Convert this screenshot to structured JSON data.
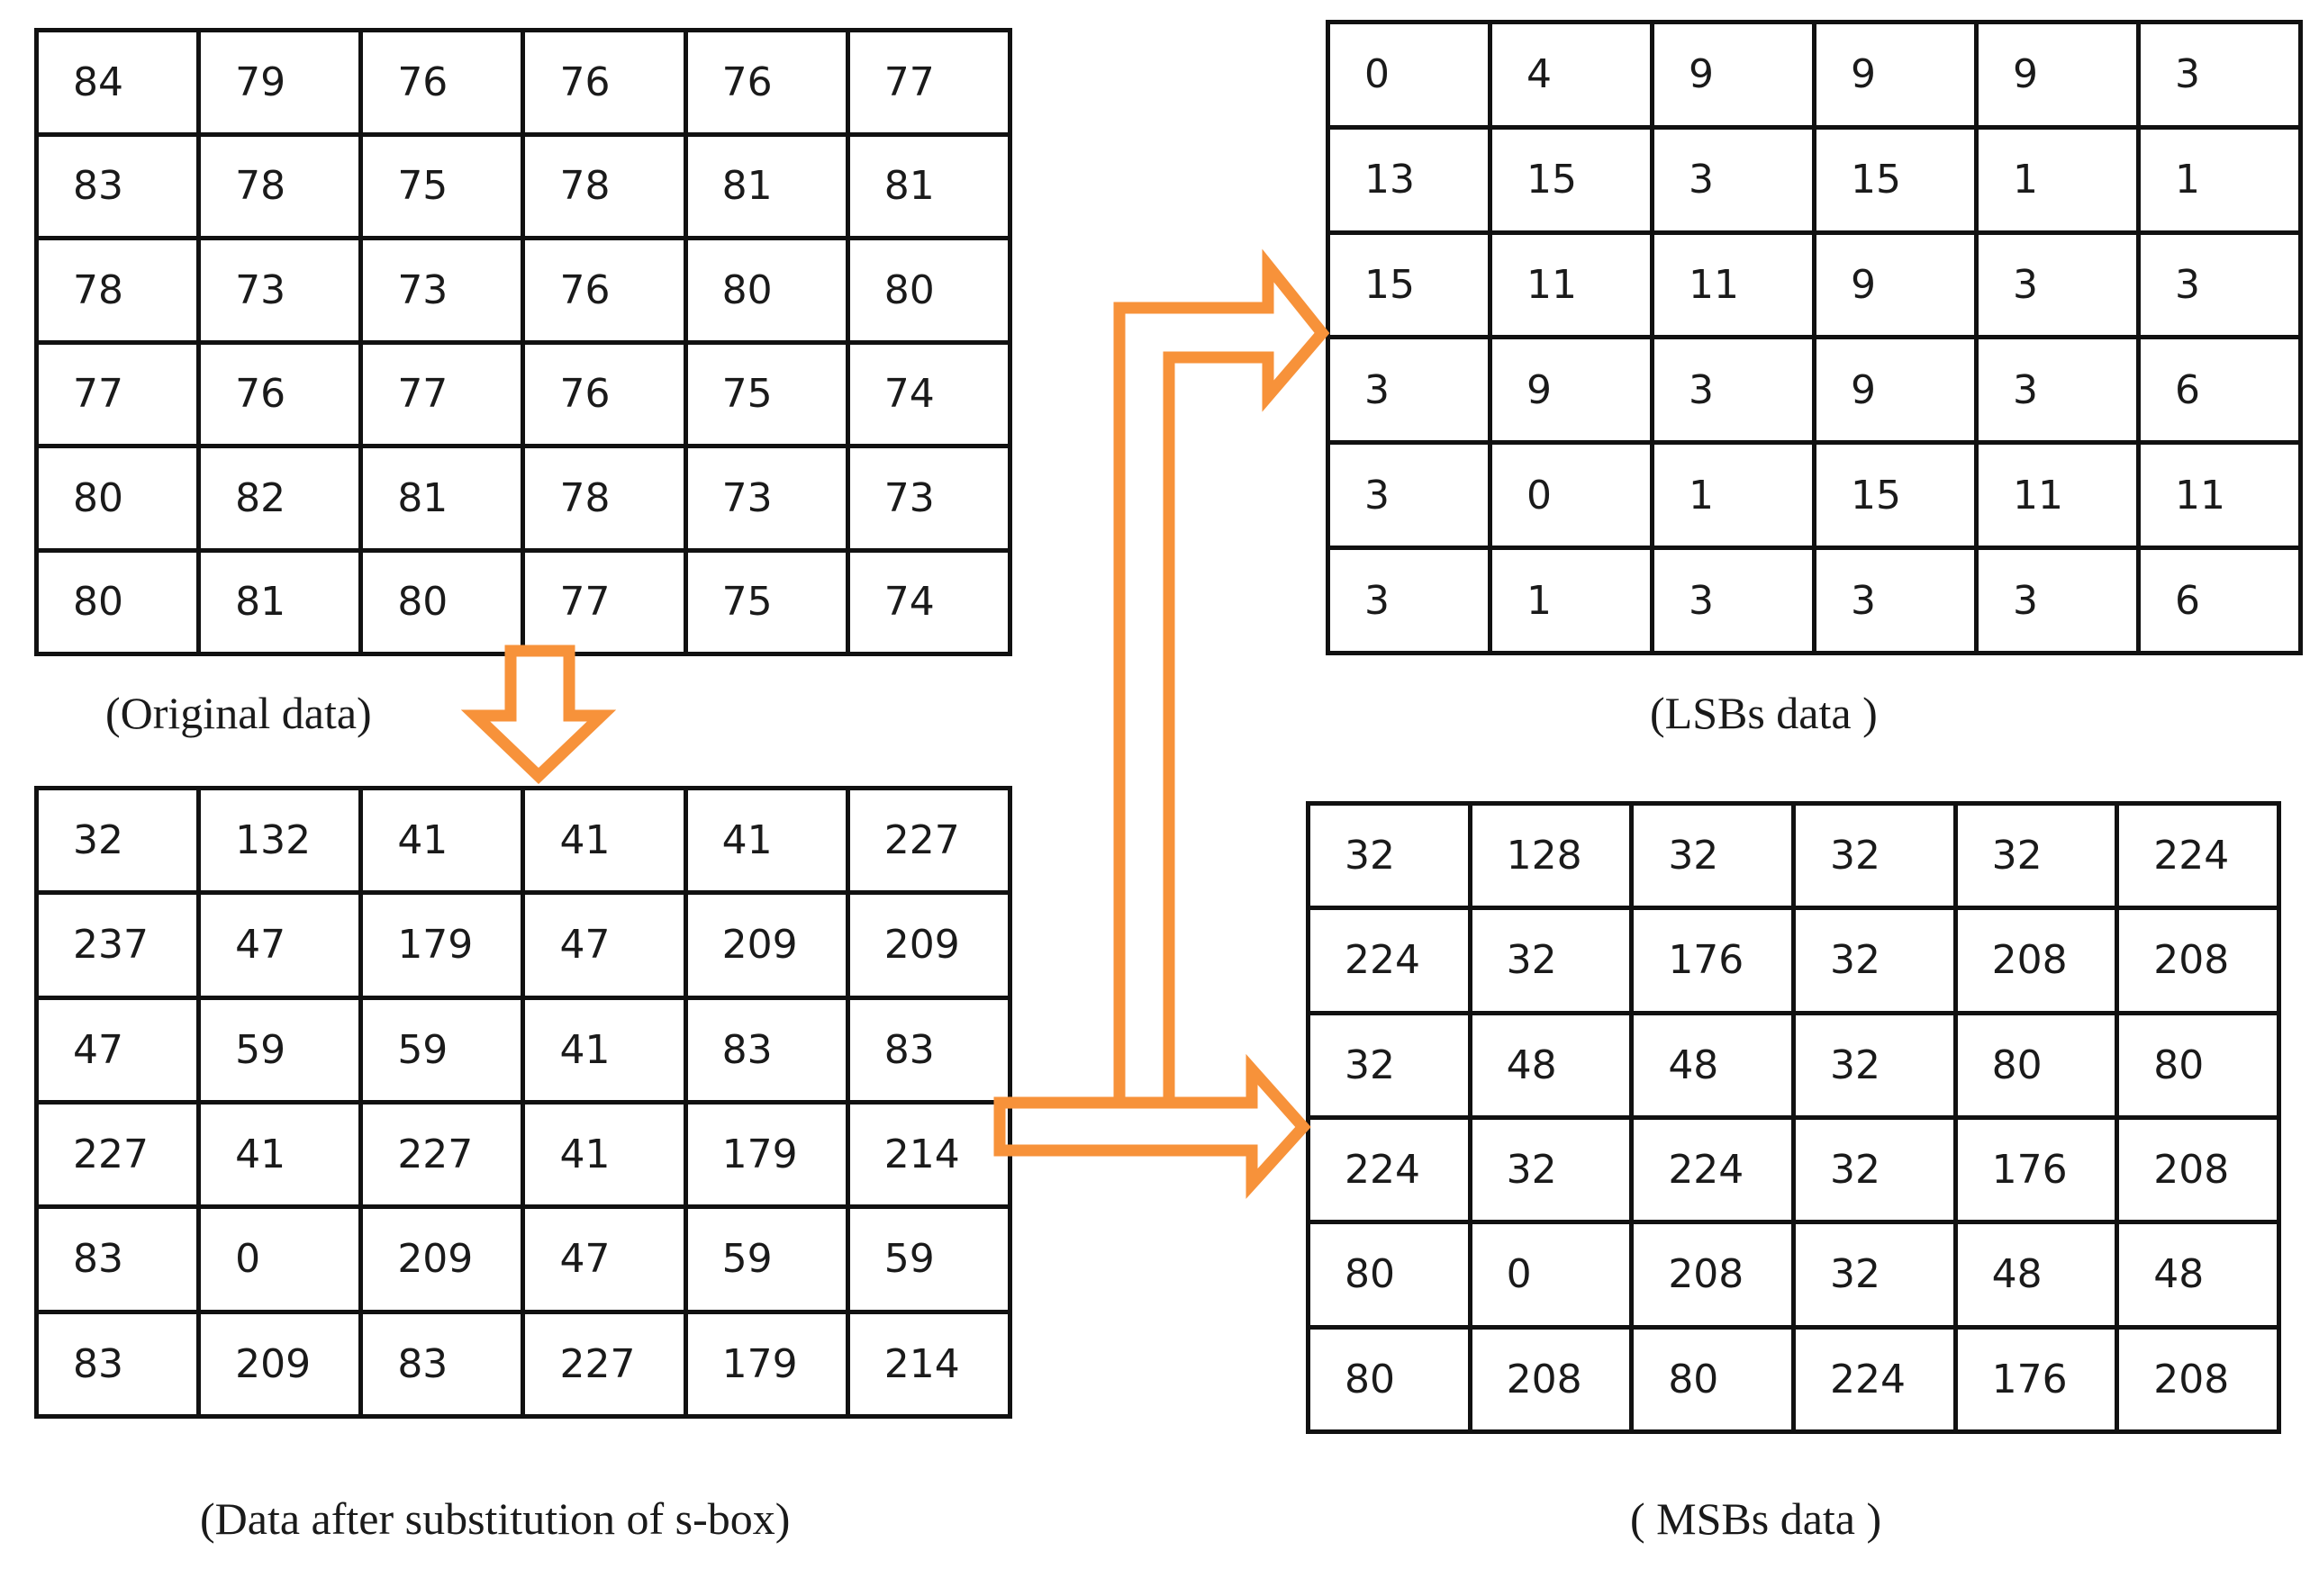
{
  "diagram": {
    "accent_color": "#F7923A",
    "panels": {
      "original": {
        "caption": "(Original data)",
        "rows": [
          [
            "84",
            "79",
            "76",
            "76",
            "76",
            "77"
          ],
          [
            "83",
            "78",
            "75",
            "78",
            "81",
            "81"
          ],
          [
            "78",
            "73",
            "73",
            "76",
            "80",
            "80"
          ],
          [
            "77",
            "76",
            "77",
            "76",
            "75",
            "74"
          ],
          [
            "80",
            "82",
            "81",
            "78",
            "73",
            "73"
          ],
          [
            "80",
            "81",
            "80",
            "77",
            "75",
            "74"
          ]
        ]
      },
      "sbox": {
        "caption": "(Data after substitution of s-box)",
        "rows": [
          [
            "32",
            "132",
            "41",
            "41",
            "41",
            "227"
          ],
          [
            "237",
            "47",
            "179",
            "47",
            "209",
            "209"
          ],
          [
            "47",
            "59",
            "59",
            "41",
            "83",
            "83"
          ],
          [
            "227",
            "41",
            "227",
            "41",
            "179",
            "214"
          ],
          [
            "83",
            "0",
            "209",
            "47",
            "59",
            "59"
          ],
          [
            "83",
            "209",
            "83",
            "227",
            "179",
            "214"
          ]
        ]
      },
      "lsb": {
        "caption": "(LSBs data )",
        "rows": [
          [
            "0",
            "4",
            "9",
            "9",
            "9",
            "3"
          ],
          [
            "13",
            "15",
            "3",
            "15",
            "1",
            "1"
          ],
          [
            "15",
            "11",
            "11",
            "9",
            "3",
            "3"
          ],
          [
            "3",
            "9",
            "3",
            "9",
            "3",
            "6"
          ],
          [
            "3",
            "0",
            "1",
            "15",
            "11",
            "11"
          ],
          [
            "3",
            "1",
            "3",
            "3",
            "3",
            "6"
          ]
        ]
      },
      "msb": {
        "caption": "( MSBs data )",
        "rows": [
          [
            "32",
            "128",
            "32",
            "32",
            "32",
            "224"
          ],
          [
            "224",
            "32",
            "176",
            "32",
            "208",
            "208"
          ],
          [
            "32",
            "48",
            "48",
            "32",
            "80",
            "80"
          ],
          [
            "224",
            "32",
            "224",
            "32",
            "176",
            "208"
          ],
          [
            "80",
            "0",
            "208",
            "32",
            "48",
            "48"
          ],
          [
            "80",
            "208",
            "80",
            "224",
            "176",
            "208"
          ]
        ]
      }
    },
    "arrows": [
      {
        "name": "original-to-sbox",
        "icon": "down-arrow-icon"
      },
      {
        "name": "sbox-to-lsb",
        "icon": "right-angle-arrow-icon"
      },
      {
        "name": "sbox-to-msb",
        "icon": "right-arrow-icon"
      }
    ]
  }
}
